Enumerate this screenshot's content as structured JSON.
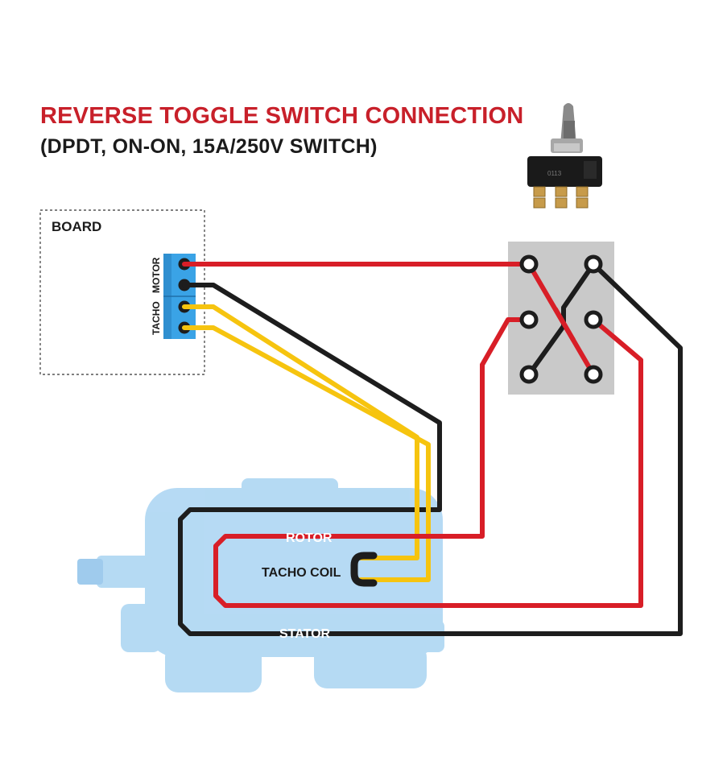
{
  "header": {
    "title": "REVERSE TOGGLE SWITCH CONNECTION",
    "subtitle": "(DPDT, ON-ON, 15A/250V SWITCH)"
  },
  "board": {
    "label": "BOARD",
    "motor_label": "MOTOR",
    "tacho_label": "TACHO"
  },
  "motor_labels": {
    "rotor": "ROTOR",
    "tacho_coil": "TACHO COIL",
    "stator": "STATOR"
  },
  "switch_photo": {
    "marking": "0113"
  },
  "colors": {
    "title": "#c8202a",
    "text": "#1b1b1b",
    "red_wire": "#d81e27",
    "black_wire": "#1d1d1d",
    "yellow_wire": "#f6c40f",
    "terminal_block": "#2f8fd0",
    "switch_plate": "#c9c9c9",
    "motor_tint": "#a9d4f2"
  },
  "icons": {
    "switch_photo": "toggle-switch-icon",
    "motor": "washing-machine-motor-icon"
  }
}
